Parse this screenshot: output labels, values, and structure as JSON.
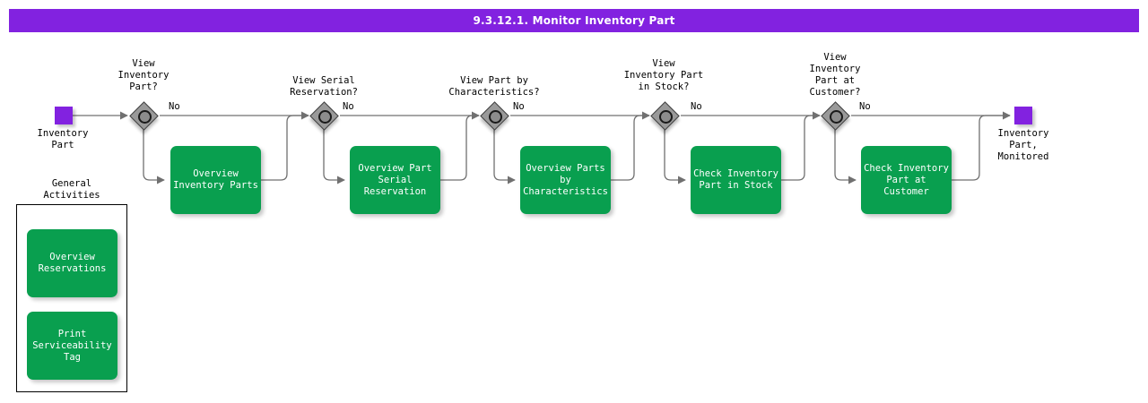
{
  "header": {
    "title": "9.3.12.1. Monitor Inventory Part",
    "bar_color": "#8222e0",
    "text_color": "#ffffff"
  },
  "palette": {
    "task_green": "#099f4f",
    "event_purple": "#8222e0",
    "gateway_gray": "#999999",
    "connector_gray": "#707070",
    "text_black": "#000000"
  },
  "diagram": {
    "type": "bpmn-process-flow",
    "start_event": {
      "name": "start-event",
      "label": "Inventory\nPart"
    },
    "end_event": {
      "name": "end-event",
      "label": "Inventory\nPart,\nMonitored"
    },
    "edge_label_default": "No",
    "branches": [
      {
        "gateway_label": "View\nInventory\nPart?",
        "edge_label": "No",
        "task_label": "Overview\nInventory Parts"
      },
      {
        "gateway_label": "View Serial\nReservation?",
        "edge_label": "No",
        "task_label": "Overview Part\nSerial\nReservation"
      },
      {
        "gateway_label": "View Part by\nCharacteristics?",
        "edge_label": "No",
        "task_label": "Overview Parts\nby\nCharacteristics"
      },
      {
        "gateway_label": "View\nInventory Part\nin Stock?",
        "edge_label": "No",
        "task_label": "Check Inventory\nPart in Stock"
      },
      {
        "gateway_label": "View\nInventory\nPart at\nCustomer?",
        "edge_label": "No",
        "task_label": "Check Inventory\nPart at\nCustomer"
      }
    ],
    "general_activities": {
      "title": "General\nActivities",
      "tasks": [
        {
          "label": "Overview\nReservations"
        },
        {
          "label": "Print\nServiceability\nTag"
        }
      ]
    }
  }
}
